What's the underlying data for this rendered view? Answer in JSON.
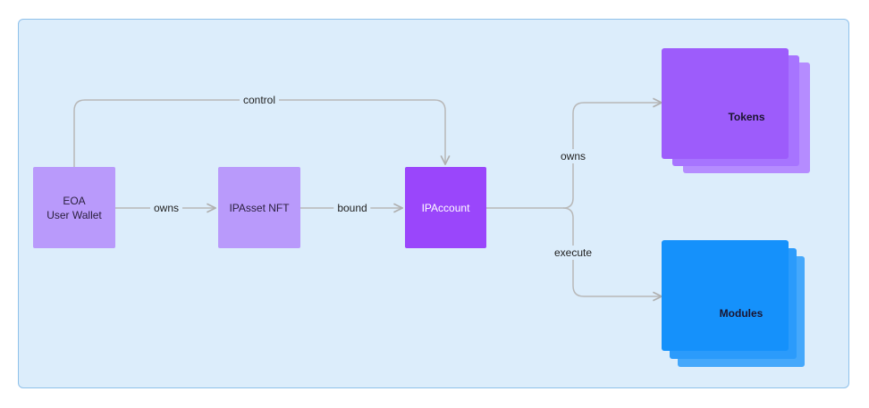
{
  "nodes": {
    "eoa": {
      "line1": "EOA",
      "line2": "User Wallet"
    },
    "ipasset": {
      "label": "IPAsset NFT"
    },
    "ipaccount": {
      "label": "IPAccount"
    },
    "tokens": {
      "label": "Tokens"
    },
    "modules": {
      "label": "Modules"
    }
  },
  "edges": {
    "control": "control",
    "eoa_owns": "owns",
    "bound": "bound",
    "account_owns": "owns",
    "execute": "execute"
  },
  "colors": {
    "background": "#dcedfb",
    "border": "#8fc1ea",
    "edge": "#b8b8b8",
    "light_purple": "#b99afb",
    "purple": "#9a46fb",
    "blue": "#1591fb"
  }
}
